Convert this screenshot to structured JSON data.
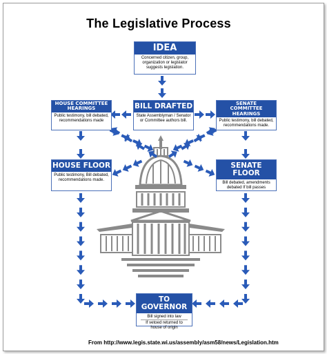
{
  "title": "The Legislative Process",
  "nodes": {
    "idea": {
      "title": "IDEA",
      "text": "Concerned citizen, group, organization or legislator suggests legislation."
    },
    "bill_drafted": {
      "title": "BILL DRAFTED",
      "text": "State Assemblyman / Senator or Committee authors bill."
    },
    "house_committee": {
      "title": "HOUSE COMMITTEE HEARINGS",
      "text": "Public testimony, bill debated, recommendations made"
    },
    "senate_committee": {
      "title": "SENATE COMMITTEE HEARINGS",
      "text": "Public testimony, bill debated, recommendations made."
    },
    "house_floor": {
      "title": "HOUSE FLOOR",
      "text": "Public testimony, Bill debated, recommendations made."
    },
    "senate_floor": {
      "title": "SENATE FLOOR",
      "text": "Bill debated, amendments debated If bill passes"
    },
    "to_governor": {
      "title": "TO GOVERNOR",
      "text": "Bill signed into law",
      "text2": "If vetoed returned to house of origin"
    }
  },
  "footer": "From http://www.legis.state.wi.us/assembly/asm58/news/Legislation.htm",
  "colors": {
    "box_header": "#2451a6",
    "arrow": "#2a5bb8",
    "capitol": "#8a8a8a"
  }
}
